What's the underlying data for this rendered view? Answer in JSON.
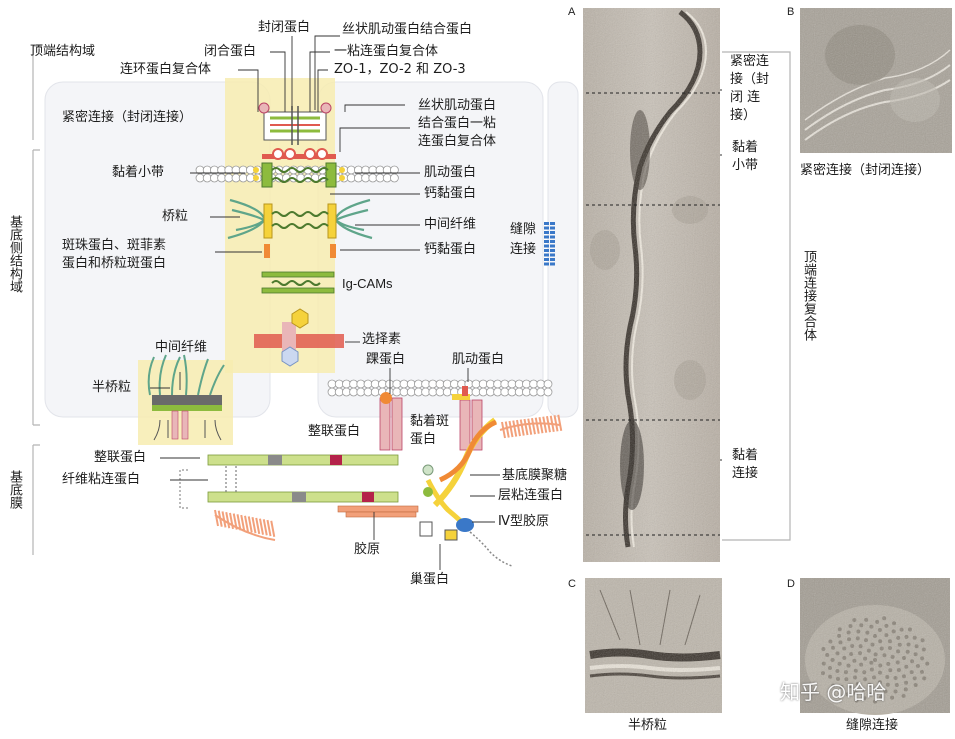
{
  "regions": {
    "apical": "顶端结构域",
    "basolateral": "基底侧结构域",
    "basement": "基底膜"
  },
  "labels": {
    "sealing_protein": "封闭蛋白",
    "actin_binding_protein": "丝状肌动蛋白结合蛋白",
    "occludin": "闭合蛋白",
    "nectin_complex_top": "一粘连蛋白复合体",
    "cingulin_complex": "连环蛋白复合体",
    "zo": "ZO-1，ZO-2 和 ZO-3",
    "tight_junction": "紧密连接（封闭连接）",
    "actin_afadin_1": "丝状肌动蛋白",
    "actin_afadin_2": "结合蛋白一粘",
    "actin_afadin_3": "连蛋白复合体",
    "zonula_adherens": "黏着小带",
    "actin_1": "肌动蛋白",
    "cadherin_1": "钙黏蛋白",
    "desmosome": "桥粒",
    "intermediate_filament_1": "中间纤维",
    "plakoglobin_1": "斑珠蛋白、斑菲素",
    "plakoglobin_2": "蛋白和桥粒斑蛋白",
    "cadherin_2": "钙黏蛋白",
    "gap_1": "缝隙",
    "gap_2": "连接",
    "igcams": "Ig-CAMs",
    "selectin": "选择素",
    "intermediate_filament_2": "中间纤维",
    "hemidesmosome": "半桥粒",
    "talin": "踝蛋白",
    "actin_2": "肌动蛋白",
    "focal_1": "黏着斑",
    "focal_2": "蛋白",
    "integrin_1": "整联蛋白",
    "integrin_2": "整联蛋白",
    "fibronectin": "纤维粘连蛋白",
    "perlecan": "基底膜聚糖",
    "laminin": "层粘连蛋白",
    "collagen_iv": "Ⅳ型胶原",
    "collagen": "胶原",
    "nidogen": "巢蛋白"
  },
  "panels": {
    "a_letter": "A",
    "b_letter": "B",
    "c_letter": "C",
    "d_letter": "D",
    "a_tight_1": "紧密连",
    "a_tight_2": "接（封",
    "a_tight_3": "闭  连",
    "a_tight_4": "接）",
    "a_adherens_1": "黏着",
    "a_adherens_2": "小带",
    "a_desmo_1": "黏着",
    "a_desmo_2": "连接",
    "apical_complex": "顶端连接复合体",
    "b_caption": "紧密连接（封闭连接）",
    "c_caption": "半桥粒",
    "d_caption": "缝隙连接",
    "watermark": "知乎 @哈哈"
  },
  "colors": {
    "green": "#8dbb3e",
    "dark_green": "#4d7a2e",
    "teal": "#5fa58a",
    "yellow": "#f5d23b",
    "highlight": "#f7ecb0",
    "pink": "#e9b6b8",
    "red": "#e05a4f",
    "orange": "#f08a35",
    "coral": "#f2a07a",
    "blue": "#3a78c8",
    "grey_panel": "#eef0f5"
  }
}
